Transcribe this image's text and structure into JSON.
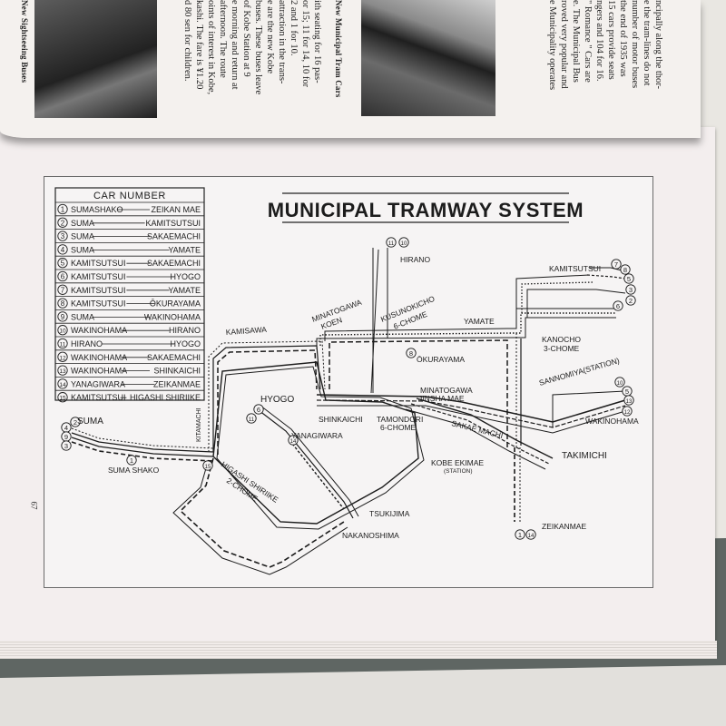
{
  "upper_page": {
    "caption_left": "New Sightseeing Buses",
    "caption_mid": "New Municipal Tram Cars",
    "mid_column_lines": [
      "ith seating for 16 pas-",
      "or 15; 11 for 14, 10 for",
      "2 and 1 for 10.",
      "attraction in the trans-",
      "e are the new Kobe",
      "buses. These buses leave",
      "of Kobe Station at 9",
      "e morning and return at",
      "afternoon. The route",
      "oints of interest in Kobe,",
      "kashi. The fare is ¥1.20",
      "d 80 sen for children."
    ],
    "right_column_lines": [
      "ncipally along the thor-",
      "e the tram-lines do not",
      "number of motor buses",
      "the end of 1935 was",
      "15 cars provide seats",
      "ngers and 104 for 16.",
      "\" Romance \" Cars are",
      "e. The Municipal Bus",
      "roved very popular and",
      "e Municipality operates"
    ]
  },
  "page_number": "67",
  "map": {
    "title": "MUNICIPAL TRAMWAY SYSTEM",
    "legend_title": "CAR NUMBER",
    "legend": [
      {
        "num": "1",
        "from": "SUMASHAKO",
        "to": "ZEIKAN MAE"
      },
      {
        "num": "2",
        "from": "SUMA",
        "to": "KAMITSUTSUI"
      },
      {
        "num": "3",
        "from": "SUMA",
        "to": "SAKAEMACHI"
      },
      {
        "num": "4",
        "from": "SUMA",
        "to": "YAMATE"
      },
      {
        "num": "5",
        "from": "KAMITSUTSUI",
        "to": "SAKAEMACHI"
      },
      {
        "num": "6",
        "from": "KAMITSUTSUI",
        "to": "HYOGO"
      },
      {
        "num": "7",
        "from": "KAMITSUTSUI",
        "to": "YAMATE"
      },
      {
        "num": "8",
        "from": "KAMITSUTSUI",
        "to": "ŌKURAYAMA"
      },
      {
        "num": "9",
        "from": "SUMA",
        "to": "WAKINOHAMA"
      },
      {
        "num": "10",
        "from": "WAKINOHAMA",
        "to": "HIRANO"
      },
      {
        "num": "11",
        "from": "HIRANO",
        "to": "HYOGO"
      },
      {
        "num": "12",
        "from": "WAKINOHAMA",
        "to": "SAKAEMACHI"
      },
      {
        "num": "13",
        "from": "WAKINOHAMA",
        "to": "SHINKAICHI"
      },
      {
        "num": "14",
        "from": "YANAGIWARA",
        "to": "ZEIKANMAE"
      },
      {
        "num": "15",
        "from": "KAMITSUTSUI",
        "to": "HIGASHI SHIRIIKE"
      }
    ],
    "places": {
      "hirano": "HIRANO",
      "kamitsutsui": "KAMITSUTSUI",
      "yamate": "YAMATE",
      "kamisawa": "KAMISAWA",
      "minatogawa_koen_1": "MINATOGAWA",
      "minatogawa_koen_2": "KOEN",
      "kusunokicho_1": "KUSUNOKICHO",
      "kusunokicho_2": "6-CHOME",
      "okurayama": "ŌKURAYAMA",
      "kanocho_1": "KANOCHO",
      "kanocho_2": "3-CHOME",
      "sannomiya": "SANNOMIYA(STATION)",
      "hyogo": "HYOGO",
      "minatogawa_jinsha_1": "MINATOGAWA",
      "minatogawa_jinsha_2": "JINSHA MAE",
      "wakinohama": "WAKINOHAMA",
      "suma": "SUMA",
      "kitamachi": "KITAMACHI",
      "shinkaichi": "SHINKAICHI",
      "tamondori_1": "TAMONDORI",
      "tamondori_2": "6-CHOME",
      "yanagiwara": "YANAGIWARA",
      "sakaemachi": "SAKAE MACHI",
      "takimichi": "TAKIMICHI",
      "kobe_ekimae_1": "KOBE EKIMAE",
      "kobe_ekimae_2": "(STATION)",
      "suma_shako": "SUMA SHAKO",
      "higashi_shiriike_1": "HIGASHI SHIRIIKE",
      "higashi_shiriike_2": "2-CHOME",
      "tsukijima": "TSUKIJIMA",
      "nakanoshima": "NAKANOSHIMA",
      "zeikanmae": "ZEIKANMAE"
    }
  }
}
